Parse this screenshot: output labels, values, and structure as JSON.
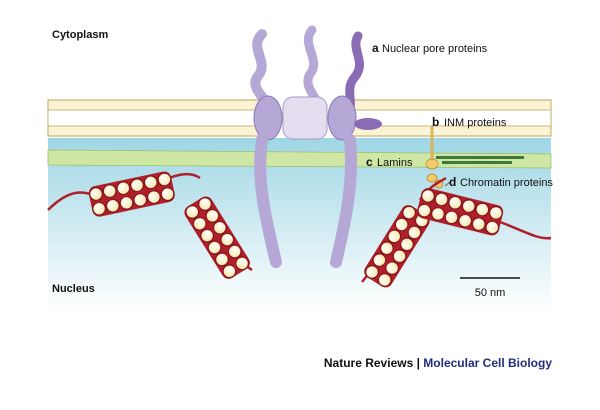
{
  "regions": {
    "cytoplasm": "Cytoplasm",
    "nucleus": "Nucleus"
  },
  "labels": {
    "a": {
      "letter": "a",
      "text": "Nuclear pore proteins"
    },
    "b": {
      "letter": "b",
      "text": "INM proteins"
    },
    "c": {
      "letter": "c",
      "text": "Lamins"
    },
    "d": {
      "letter": "d",
      "text": "Chromatin proteins"
    }
  },
  "scale_bar": {
    "label": "50 nm"
  },
  "credit": {
    "journal": "Nature Reviews",
    "separator": "|",
    "section": "Molecular Cell Biology"
  },
  "colors": {
    "membrane_fill": "#fbf3d4",
    "membrane_edge": "#c9b57a",
    "nucleoplasm": "#bfe4ee",
    "lamina": "#cfe7a4",
    "pore": "#b6a8d6",
    "pore_dark": "#8a6cb4",
    "nucleosome": "#fbf2c8",
    "dna": "#b01f2b"
  }
}
